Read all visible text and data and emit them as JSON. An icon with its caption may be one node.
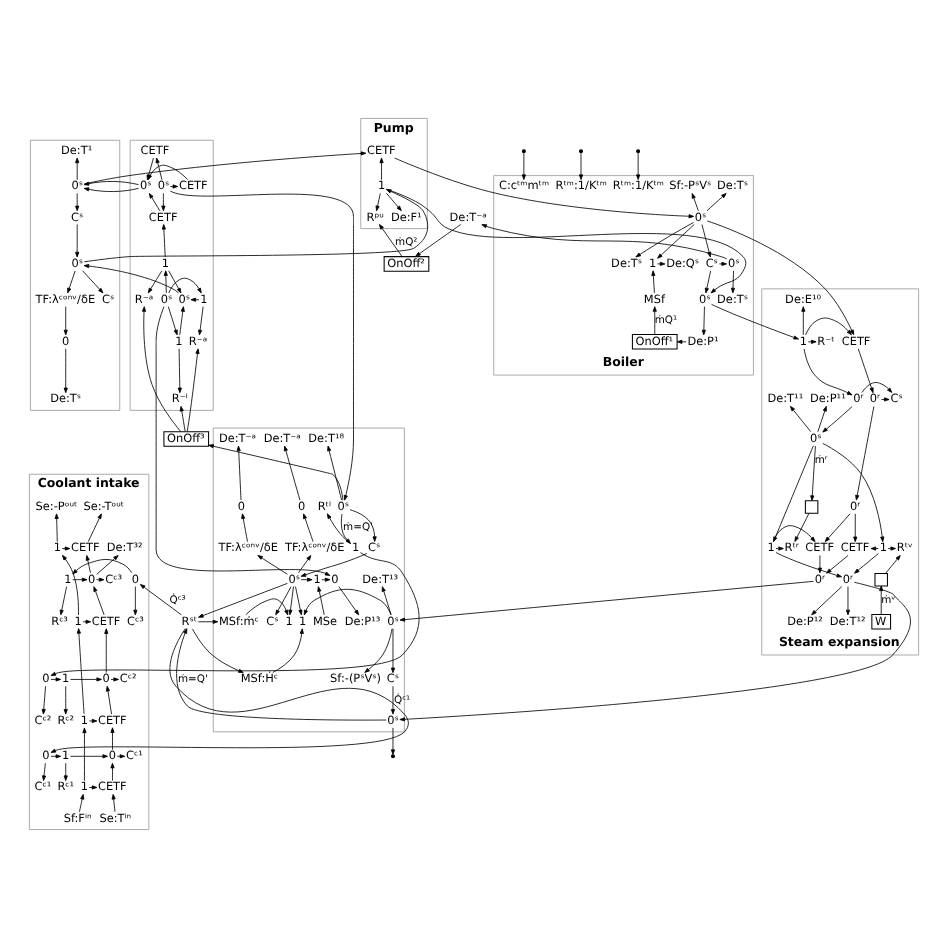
{
  "diagram": {
    "nodes": [
      {
        "text": [],
        "shape": "box"
      },
      {
        "text": [
          "CETF"
        ],
        "in": 0
      },
      {
        "text": [
          "0ˢ"
        ],
        "in": 0
      },
      {
        "text": [
          "CETF"
        ],
        "in": 0
      },
      {
        "text": [
          "0ˢ"
        ],
        "in": 0
      },
      {
        "text": [
          "CETF"
        ],
        "in": 0
      },
      {
        "text": [
          "1"
        ],
        "in": 0
      },
      {
        "text": [
          "R⁻ᵃ"
        ],
        "in": 0
      },
      {
        "text": [
          "0ˢ"
        ],
        "in": 0
      },
      {
        "text": [
          "1"
        ],
        "in": 0
      },
      {
        "text": [
          "0ˢ"
        ],
        "in": 0
      },
      {
        "text": [
          "R⁻ᵃ"
        ],
        "in": 0
      },
      {
        "text": [
          "1"
        ],
        "in": 0
      },
      {
        "text": [
          "R⁻ˡ"
        ],
        "in": 0
      },
      {
        "text": [],
        "shape": "box"
      },
      {
        "text": [
          "De:T¹"
        ],
        "in": 14
      },
      {
        "text": [
          "0ˢ"
        ],
        "in": 14
      },
      {
        "text": [
          "Cˢ"
        ],
        "in": 14
      },
      {
        "text": [
          "0ˢ"
        ],
        "in": 14
      },
      {
        "text": [
          "TF:λᶜᵒⁿᵛ/δE"
        ],
        "in": 14
      },
      {
        "text": [
          "Cˢ"
        ],
        "in": 14
      },
      {
        "text": [
          "0"
        ],
        "in": 14
      },
      {
        "text": [
          "De:Tˢ"
        ],
        "in": 14
      },
      {
        "text": [
          "Pump"
        ]
      },
      {
        "text": [
          "CETF"
        ],
        "in": 23
      },
      {
        "text": [
          "1"
        ],
        "in": 23
      },
      {
        "text": [
          "De:F¹"
        ],
        "in": 23
      },
      {
        "text": [
          "Rᵖᵘ"
        ],
        "in": 23
      },
      {
        "text": [
          "OnOff²"
        ]
      },
      {
        "text": [
          "De:T⁻ᵃ"
        ]
      },
      {
        "text": [
          "Boiler"
        ]
      },
      {
        "text": [
          "De:Tˢ"
        ],
        "in": 30
      },
      {
        "text": [
          "Sf:-PˢVˢ"
        ],
        "in": 30
      },
      {
        "text": [
          "Rᵗᵐ:1/Kᵗᵐ"
        ],
        "in": 30
      },
      {
        "text": [
          "C:cᵗᵐmᵗᵐ"
        ],
        "in": 30
      },
      {
        "text": [
          "Rᵗᵐ:1/Kᵗᵐ"
        ],
        "in": 30
      },
      {
        "text": [
          "0ˢ"
        ],
        "in": 30
      },
      {
        "text": [
          "De:Tˢ"
        ],
        "in": 30
      },
      {
        "text": [
          "1"
        ],
        "in": 30
      },
      {
        "text": [
          "De:Qˢ"
        ],
        "in": 30
      },
      {
        "text": [
          "0ˢ"
        ],
        "in": 30
      },
      {
        "text": [
          "Cˢ"
        ],
        "in": 30
      },
      {
        "text": [
          "MSf"
        ],
        "in": 30
      },
      {
        "text": [
          "De:Tˢ"
        ],
        "in": 30
      },
      {
        "text": [
          "0ˢ"
        ],
        "in": 30
      },
      {
        "text": [
          "De:P¹"
        ],
        "in": 30
      },
      {
        "text": [
          "OnOff¹"
        ],
        "in": 30
      },
      {
        "text": [
          "Steam expansion"
        ]
      },
      {
        "text": [
          "De:E¹⁰"
        ],
        "in": 47
      },
      {
        "text": [
          "R⁻ᵗ"
        ],
        "in": 47
      },
      {
        "text": [
          "1"
        ],
        "in": 47
      },
      {
        "text": [
          "CETF"
        ],
        "in": 47
      },
      {
        "text": [
          "0ʳ"
        ],
        "in": 47
      },
      {
        "text": [
          "Cˢ"
        ],
        "in": 47
      },
      {
        "text": [
          "0ʳ"
        ],
        "in": 47
      },
      {
        "text": [
          "De:P¹¹"
        ],
        "in": 47
      },
      {
        "text": [
          "De:T¹¹"
        ],
        "in": 47
      },
      {
        "text": [
          "0ˢ"
        ],
        "in": 47
      },
      {
        "text": [
          "0ʳ"
        ],
        "in": 47
      },
      {
        "text": [],
        "shape": "box",
        "in": 47
      },
      {
        "text": [
          "Rᵗᵛ"
        ],
        "in": 47
      },
      {
        "text": [
          "1"
        ],
        "in": 47
      },
      {
        "text": [
          "Rᵗʳ"
        ],
        "in": 47
      },
      {
        "text": [
          "1"
        ],
        "in": 47
      },
      {
        "text": [
          "CETF"
        ],
        "in": 47
      },
      {
        "text": [
          "CETF"
        ],
        "in": 47
      },
      {
        "text": [
          "0ʳ"
        ],
        "in": 47
      },
      {
        "text": [
          "0ʳ"
        ],
        "in": 47
      },
      {
        "text": [],
        "shape": "box",
        "in": 47
      },
      {
        "text": [
          "W"
        ],
        "in": 47
      },
      {
        "text": [
          "De:P¹²"
        ],
        "in": 47
      },
      {
        "text": [
          "De:T¹²"
        ],
        "in": 47
      },
      {
        "text": [
          "OnOff³"
        ]
      },
      {
        "text": [],
        "shape": "box"
      },
      {
        "text": [
          "De:T¹⁸"
        ],
        "in": 73
      },
      {
        "text": [
          "0ˢ"
        ],
        "in": 73
      },
      {
        "text": [
          "De:T⁻ᵃ"
        ],
        "in": 73
      },
      {
        "text": [
          "De:T⁻ᵃ"
        ],
        "in": 73
      },
      {
        "text": [
          "0"
        ],
        "in": 73
      },
      {
        "text": [
          "0"
        ],
        "in": 73
      },
      {
        "text": [
          "Cˢ"
        ],
        "in": 73
      },
      {
        "text": [
          "TF:λᶜᵒⁿᵛ/δE"
        ],
        "in": 73
      },
      {
        "text": [
          "TF:λᶜᵒⁿᵛ/δE"
        ],
        "in": 73
      },
      {
        "text": [
          "Rᵗˡ"
        ],
        "in": 73
      },
      {
        "text": [
          "1"
        ],
        "in": 73
      },
      {
        "text": [
          "0ˢ"
        ],
        "in": 73
      },
      {
        "text": [
          "1"
        ],
        "in": 73
      },
      {
        "text": [
          "0"
        ],
        "in": 73
      },
      {
        "text": [
          "Cˢ"
        ],
        "in": 73
      },
      {
        "text": [
          "MSe"
        ],
        "in": 73
      },
      {
        "text": [
          "De:P¹³"
        ],
        "in": 73
      },
      {
        "text": [
          "De:T¹³"
        ],
        "in": 73
      },
      {
        "text": [
          "Rˢᵗ"
        ]
      },
      {
        "text": [
          "MSf:ṁᶜ"
        ],
        "in": 73
      },
      {
        "text": [
          "1"
        ],
        "in": 73
      },
      {
        "text": [
          "1"
        ],
        "in": 73
      },
      {
        "text": [
          "0ˢ"
        ],
        "in": 73
      },
      {
        "text": [
          "MSf:Ḣᶜ"
        ],
        "in": 73
      },
      {
        "text": [
          "Sf:-(PˢVˢ)"
        ],
        "in": 73
      },
      {
        "text": [
          "Cˢ"
        ],
        "in": 73
      },
      {
        "text": [
          "0ˢ"
        ],
        "in": 73
      },
      {
        "text": [
          "Coolant intake"
        ]
      },
      {
        "text": [
          "Se:-Pᵒᵘᵗ"
        ],
        "in": 101
      },
      {
        "text": [
          "Se:-Tᵒᵘᵗ"
        ],
        "in": 101
      },
      {
        "text": [
          "1"
        ],
        "in": 101
      },
      {
        "text": [
          "CETF"
        ],
        "in": 101
      },
      {
        "text": [
          "De:T³²"
        ],
        "in": 101
      },
      {
        "text": [
          "Cᶜ³"
        ],
        "in": 101
      },
      {
        "text": [
          "0"
        ],
        "in": 101
      },
      {
        "text": [
          "1"
        ],
        "in": 101
      },
      {
        "text": [
          "0"
        ],
        "in": 101
      },
      {
        "text": [
          "Rᶜ³"
        ],
        "in": 101
      },
      {
        "text": [
          "Cᶜ³"
        ],
        "in": 101
      },
      {
        "text": [
          "1"
        ],
        "in": 101
      },
      {
        "text": [
          "CETF"
        ],
        "in": 101
      },
      {
        "text": [
          "Cᶜ²"
        ],
        "in": 101
      },
      {
        "text": [
          "0"
        ],
        "in": 101
      },
      {
        "text": [
          "1"
        ],
        "in": 101
      },
      {
        "text": [
          "0"
        ],
        "in": 101
      },
      {
        "text": [
          "Rᶜ²"
        ],
        "in": 101
      },
      {
        "text": [
          "Cᶜ²"
        ],
        "in": 101
      },
      {
        "text": [
          "1"
        ],
        "in": 101
      },
      {
        "text": [
          "CETF"
        ],
        "in": 101
      },
      {
        "text": [
          "Cᶜ¹"
        ],
        "in": 101
      },
      {
        "text": [
          "0"
        ],
        "in": 101
      },
      {
        "text": [
          "1"
        ],
        "in": 101
      },
      {
        "text": [
          "0"
        ],
        "in": 101
      },
      {
        "text": [
          "Rᶜ¹"
        ],
        "in": 101
      },
      {
        "text": [
          "Cᶜ¹"
        ],
        "in": 101
      },
      {
        "text": [
          "1"
        ],
        "in": 101
      },
      {
        "text": [
          "CETF"
        ],
        "in": 101
      },
      {
        "text": [
          "Sf:Fⁱⁿ"
        ],
        "in": 101
      },
      {
        "text": [
          "Se:Tⁱⁿ"
        ],
        "in": 101
      }
    ],
    "edges": [
      {
        "from": 2,
        "to": 1,
        "arrow": "to"
      },
      {
        "from": 1,
        "to": 4,
        "arrow": "to"
      },
      {
        "from": 2,
        "to": 3,
        "arrow": "to"
      },
      {
        "from": 3,
        "to": 4,
        "arrow": "to"
      },
      {
        "from": 2,
        "to": 5,
        "arrow": "to"
      },
      {
        "from": 5,
        "to": 4,
        "arrow": "to"
      },
      {
        "from": 6,
        "to": 5,
        "arrow": "to"
      },
      {
        "from": 6,
        "to": 7,
        "arrow": "to"
      },
      {
        "from": 8,
        "to": 6,
        "arrow": "to"
      },
      {
        "from": 6,
        "to": 10,
        "arrow": "to"
      },
      {
        "from": 8,
        "to": 9,
        "arrow": "to"
      },
      {
        "from": 9,
        "to": 10,
        "arrow": "to"
      },
      {
        "from": 9,
        "to": 11,
        "arrow": "to"
      },
      {
        "from": 8,
        "to": 12,
        "arrow": "to"
      },
      {
        "from": 12,
        "to": 10,
        "arrow": "to"
      },
      {
        "from": 12,
        "to": 13,
        "arrow": "to"
      },
      {
        "from": 4,
        "to": 16,
        "arrow": "to"
      },
      {
        "from": 16,
        "to": 15,
        "arrow": "to"
      },
      {
        "from": 16,
        "to": 17,
        "arrow": "to"
      },
      {
        "from": 17,
        "to": 18,
        "arrow": "to"
      },
      {
        "from": 10,
        "to": 18,
        "arrow": "to"
      },
      {
        "from": 18,
        "to": 19,
        "arrow": "to"
      },
      {
        "from": 18,
        "to": 20,
        "arrow": "to"
      },
      {
        "from": 19,
        "to": 21,
        "arrow": "to"
      },
      {
        "from": 21,
        "to": 22,
        "arrow": "to"
      },
      {
        "from": 16,
        "to": 24,
        "arrow": "to"
      },
      {
        "from": 18,
        "to": 25,
        "arrow": "to"
      },
      {
        "from": 25,
        "to": 24,
        "arrow": "to"
      },
      {
        "from": 25,
        "to": 26,
        "arrow": "to"
      },
      {
        "from": 25,
        "to": 27,
        "arrow": "to"
      },
      {
        "from": 28,
        "to": 27,
        "arrow": "to",
        "label": "ṁQ²"
      },
      {
        "from": 29,
        "to": 28,
        "arrow": "to"
      },
      {
        "from": 24,
        "to": 36,
        "arrow": "to"
      },
      {
        "from": 25,
        "to": 44,
        "arrow": "to"
      },
      {
        "from": 36,
        "to": 31,
        "arrow": "to"
      },
      {
        "from": 36,
        "to": 32,
        "arrow": "to"
      },
      {
        "from": 36,
        "to": 37,
        "arrow": "to"
      },
      {
        "from": 36,
        "to": 38,
        "arrow": "to"
      },
      {
        "from": 38,
        "to": 39,
        "arrow": "to"
      },
      {
        "from": 42,
        "to": 38,
        "arrow": "to"
      },
      {
        "from": 46,
        "to": 42,
        "arrow": "to",
        "label": "ṁQ¹"
      },
      {
        "from": 45,
        "to": 46,
        "arrow": "to"
      },
      {
        "from": 44,
        "to": 45,
        "arrow": "to"
      },
      {
        "from": 36,
        "to": 41,
        "arrow": "to"
      },
      {
        "from": 41,
        "to": 44,
        "arrow": "to"
      },
      {
        "from": 41,
        "to": 40,
        "arrow": "to"
      },
      {
        "from": 40,
        "to": 29,
        "arrow": "to"
      },
      {
        "from": 40,
        "to": 43,
        "arrow": "to"
      },
      {
        "from": null,
        "to": 33,
        "arrow": "to"
      },
      {
        "from": null,
        "to": 34,
        "arrow": "to"
      },
      {
        "from": null,
        "to": 35,
        "arrow": "to"
      },
      {
        "from": 44,
        "to": 50,
        "arrow": "to"
      },
      {
        "from": 36,
        "to": 51,
        "arrow": "to"
      },
      {
        "from": 50,
        "to": 49,
        "arrow": "to"
      },
      {
        "from": 50,
        "to": 48,
        "arrow": "to"
      },
      {
        "from": 50,
        "to": 51,
        "arrow": "to"
      },
      {
        "from": 50,
        "to": 52,
        "arrow": "to"
      },
      {
        "from": 51,
        "to": 54,
        "arrow": "to"
      },
      {
        "from": 52,
        "to": 53,
        "arrow": "to"
      },
      {
        "from": 54,
        "to": 53,
        "arrow": "to"
      },
      {
        "from": 52,
        "to": 57,
        "arrow": "to"
      },
      {
        "from": 54,
        "to": 58,
        "arrow": "to"
      },
      {
        "from": 57,
        "to": 55,
        "arrow": "to"
      },
      {
        "from": 57,
        "to": 56,
        "arrow": "to"
      },
      {
        "from": 57,
        "to": 61,
        "arrow": "to"
      },
      {
        "from": 57,
        "to": 63,
        "arrow": "to"
      },
      {
        "from": 57,
        "to": 59,
        "arrow": "to",
        "label": "ṁʳ"
      },
      {
        "from": 59,
        "to": 62,
        "arrow": "to"
      },
      {
        "from": 61,
        "to": 60,
        "arrow": "to"
      },
      {
        "from": 63,
        "to": 62,
        "arrow": "to"
      },
      {
        "from": 63,
        "to": 64,
        "arrow": "to"
      },
      {
        "from": 58,
        "to": 64,
        "arrow": "to"
      },
      {
        "from": 58,
        "to": 65,
        "arrow": "to"
      },
      {
        "from": 61,
        "to": 65,
        "arrow": "to"
      },
      {
        "from": 61,
        "to": 66,
        "arrow": "to"
      },
      {
        "from": 63,
        "to": 66,
        "arrow": "to"
      },
      {
        "from": 64,
        "to": 67,
        "arrow": "to"
      },
      {
        "from": 65,
        "to": 67,
        "arrow": "to"
      },
      {
        "from": 66,
        "to": 70,
        "arrow": "to"
      },
      {
        "from": 66,
        "to": 71,
        "arrow": "to"
      },
      {
        "from": 69,
        "to": 68,
        "arrow": "to",
        "label": "ṁᵛ"
      },
      {
        "from": 68,
        "to": 60,
        "arrow": "to"
      },
      {
        "from": 66,
        "to": 100,
        "arrow": "to"
      },
      {
        "from": 67,
        "to": 96,
        "arrow": "to"
      },
      {
        "from": 75,
        "to": 74,
        "arrow": "to"
      },
      {
        "from": 75,
        "to": 72,
        "arrow": "to"
      },
      {
        "from": 75,
        "to": 84,
        "arrow": "to",
        "label": "ṁ=Q'"
      },
      {
        "from": 72,
        "to": 7,
        "arrow": "to"
      },
      {
        "from": 72,
        "to": 11,
        "arrow": "to"
      },
      {
        "from": 72,
        "to": 13,
        "arrow": "to"
      },
      {
        "from": 2,
        "to": 75,
        "arrow": "to"
      },
      {
        "from": 8,
        "to": 87,
        "arrow": "to"
      },
      {
        "from": 75,
        "to": 80,
        "arrow": "to"
      },
      {
        "from": 80,
        "to": 85,
        "arrow": "to"
      },
      {
        "from": 85,
        "to": 81,
        "arrow": "to"
      },
      {
        "from": 81,
        "to": 78,
        "arrow": "to"
      },
      {
        "from": 78,
        "to": 76,
        "arrow": "to"
      },
      {
        "from": 85,
        "to": 82,
        "arrow": "to"
      },
      {
        "from": 82,
        "to": 79,
        "arrow": "to"
      },
      {
        "from": 79,
        "to": 77,
        "arrow": "to"
      },
      {
        "from": 85,
        "to": 86,
        "arrow": "to"
      },
      {
        "from": 89,
        "to": 86,
        "arrow": "to"
      },
      {
        "from": 86,
        "to": 87,
        "arrow": "to"
      },
      {
        "from": 87,
        "to": 90,
        "arrow": "to"
      },
      {
        "from": 85,
        "to": 88,
        "arrow": "to"
      },
      {
        "from": 84,
        "to": 83,
        "arrow": "to"
      },
      {
        "from": 84,
        "to": 118,
        "arrow": "to"
      },
      {
        "from": 85,
        "to": 92,
        "arrow": "to"
      },
      {
        "from": 92,
        "to": 93,
        "arrow": "to"
      },
      {
        "from": 92,
        "to": 97,
        "arrow": "to"
      },
      {
        "from": 93,
        "to": 94,
        "arrow": "to"
      },
      {
        "from": 97,
        "to": 95,
        "arrow": "to"
      },
      {
        "from": 85,
        "to": 94,
        "arrow": "to"
      },
      {
        "from": 85,
        "to": 95,
        "arrow": "to"
      },
      {
        "from": 96,
        "to": 95,
        "arrow": "to"
      },
      {
        "from": 96,
        "to": 91,
        "arrow": "to"
      },
      {
        "from": 96,
        "to": 98,
        "arrow": "to"
      },
      {
        "from": 96,
        "to": 99,
        "arrow": "to"
      },
      {
        "from": 99,
        "to": 100,
        "arrow": "to"
      },
      {
        "from": 100,
        "to": 92,
        "arrow": "to",
        "label": "ṁ=Q'"
      },
      {
        "from": 100,
        "to": null,
        "arrow": "to"
      },
      {
        "from": 92,
        "to": 110,
        "arrow": "to",
        "label": "Q̇ᶜ³"
      },
      {
        "from": 92,
        "to": 126,
        "arrow": "to",
        "label": "Q̇ᶜ¹"
      },
      {
        "from": 108,
        "to": 107,
        "arrow": "to"
      },
      {
        "from": 109,
        "to": 108,
        "arrow": "to"
      },
      {
        "from": 110,
        "to": 109,
        "arrow": "to"
      },
      {
        "from": 109,
        "to": 111,
        "arrow": "to"
      },
      {
        "from": 110,
        "to": 112,
        "arrow": "to"
      },
      {
        "from": 108,
        "to": 106,
        "arrow": "to"
      },
      {
        "from": 116,
        "to": 115,
        "arrow": "to"
      },
      {
        "from": 117,
        "to": 116,
        "arrow": "to"
      },
      {
        "from": 118,
        "to": 117,
        "arrow": "to"
      },
      {
        "from": 117,
        "to": 119,
        "arrow": "to"
      },
      {
        "from": 118,
        "to": 120,
        "arrow": "to"
      },
      {
        "from": 124,
        "to": 123,
        "arrow": "to"
      },
      {
        "from": 125,
        "to": 124,
        "arrow": "to"
      },
      {
        "from": 126,
        "to": 125,
        "arrow": "to"
      },
      {
        "from": 125,
        "to": 127,
        "arrow": "to"
      },
      {
        "from": 126,
        "to": 128,
        "arrow": "to"
      },
      {
        "from": 131,
        "to": 129,
        "arrow": "to"
      },
      {
        "from": 129,
        "to": 121,
        "arrow": "to"
      },
      {
        "from": 121,
        "to": 113,
        "arrow": "to"
      },
      {
        "from": 113,
        "to": 104,
        "arrow": "to"
      },
      {
        "from": 104,
        "to": 102,
        "arrow": "to"
      },
      {
        "from": 132,
        "to": 130,
        "arrow": "to"
      },
      {
        "from": 130,
        "to": 124,
        "arrow": "to"
      },
      {
        "from": 124,
        "to": 122,
        "arrow": "to"
      },
      {
        "from": 122,
        "to": 116,
        "arrow": "to"
      },
      {
        "from": 116,
        "to": 114,
        "arrow": "to"
      },
      {
        "from": 114,
        "to": 108,
        "arrow": "to"
      },
      {
        "from": 108,
        "to": 105,
        "arrow": "to"
      },
      {
        "from": 105,
        "to": 103,
        "arrow": "to"
      },
      {
        "from": 104,
        "to": 105,
        "arrow": "to"
      },
      {
        "from": 113,
        "to": 114,
        "arrow": "to"
      },
      {
        "from": 121,
        "to": 122,
        "arrow": "to"
      },
      {
        "from": 129,
        "to": 130,
        "arrow": "to"
      }
    ]
  }
}
